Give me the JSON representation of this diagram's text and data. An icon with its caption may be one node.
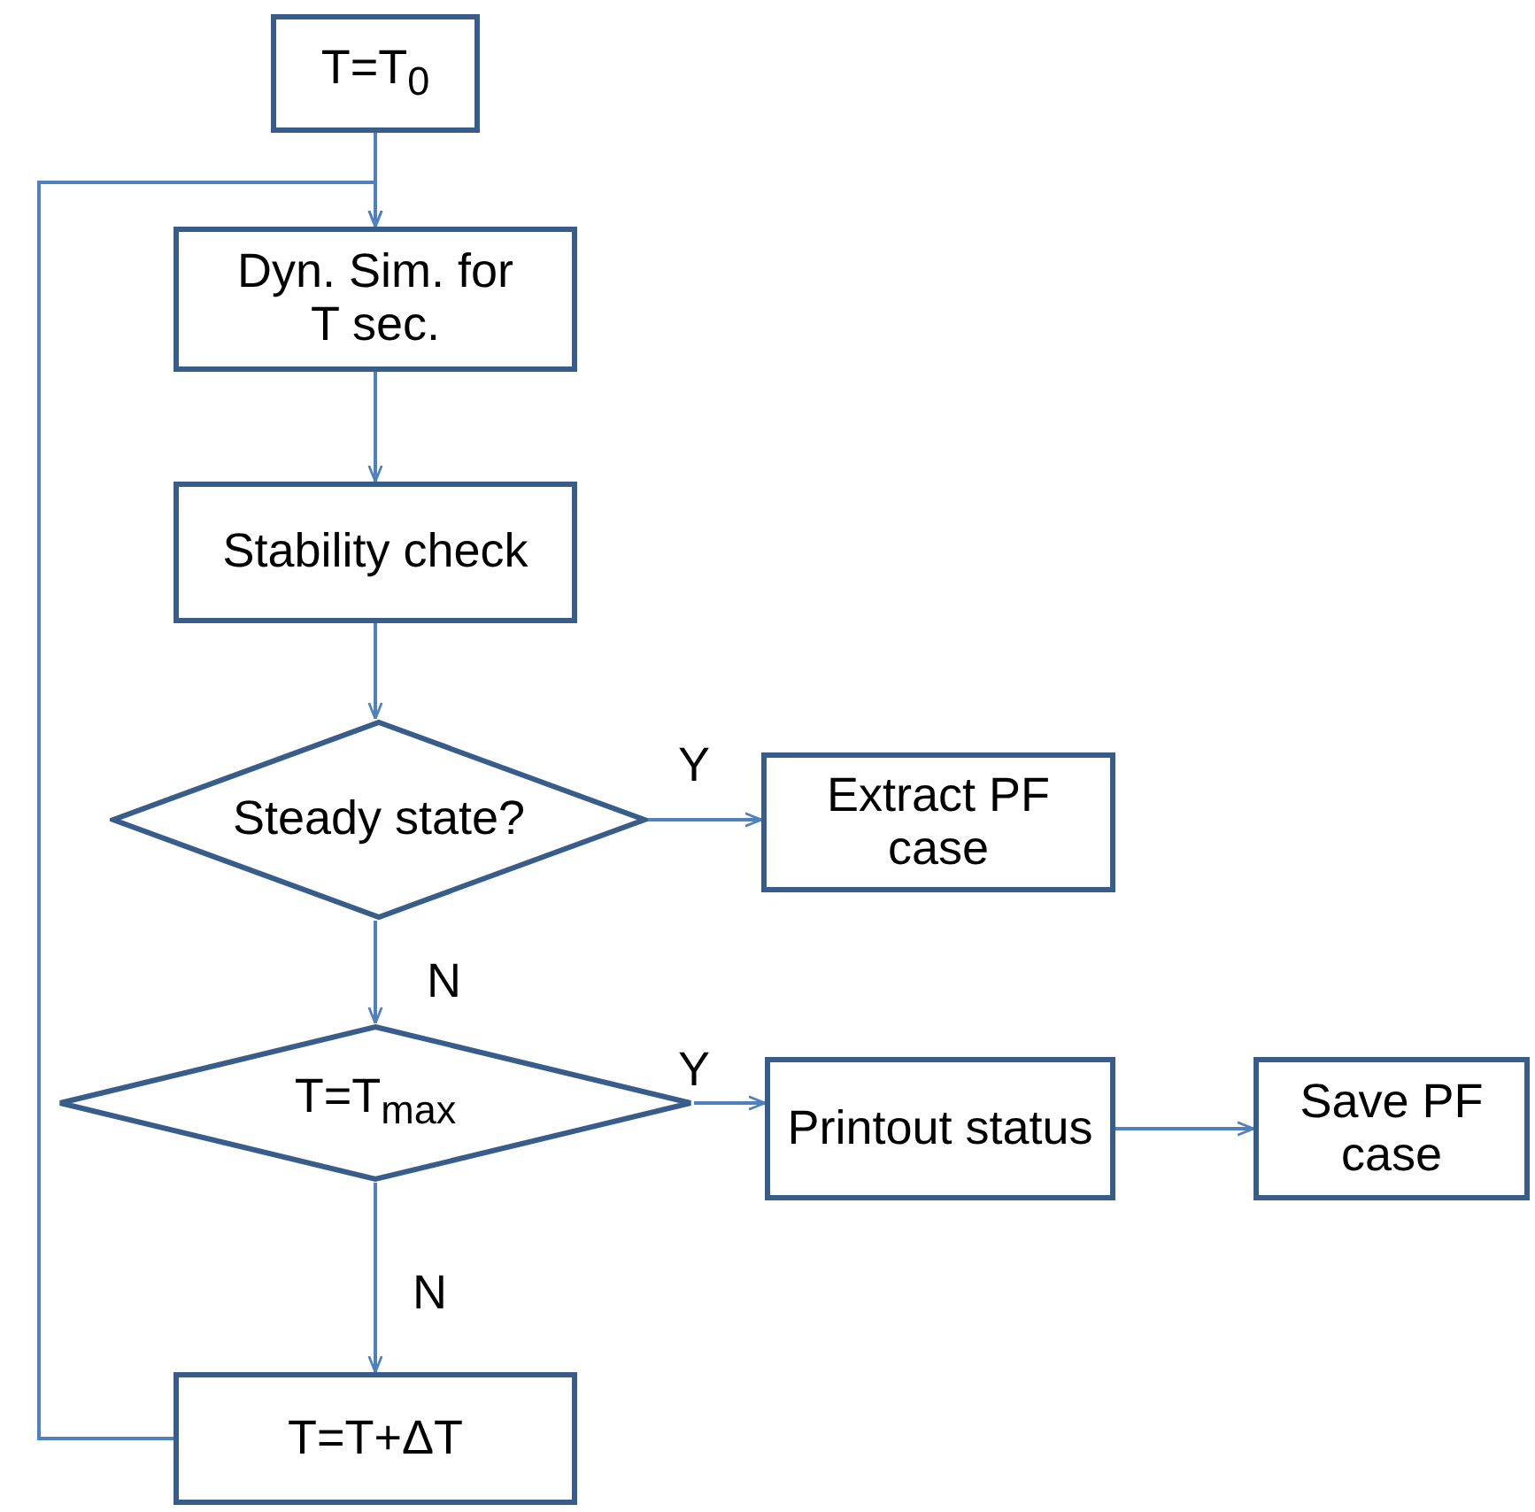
{
  "diagram": {
    "nodes": [
      {
        "text": [
          "T=T$_{0}$"
        ]
      },
      {
        "text": [
          "Dyn. Sim. for T sec."
        ]
      },
      {
        "text": [
          "Stability check"
        ]
      },
      {
        "text": [
          "Steady state?"
        ]
      },
      {
        "text": [
          "Extract PF case"
        ]
      },
      {
        "text": [
          "T=T$_{max}$"
        ]
      },
      {
        "text": [
          "Printout status"
        ]
      },
      {
        "text": [
          "Save PF case"
        ]
      },
      {
        "text": [
          "T=T+ΔT"
        ]
      }
    ],
    "edges": [
      {
        "from": 0,
        "to": 1,
        "arrow": "to"
      },
      {
        "from": 1,
        "to": 2,
        "arrow": "to"
      },
      {
        "from": 2,
        "to": 3,
        "arrow": "to"
      },
      {
        "from": 3,
        "to": 4,
        "arrow": "to",
        "label": "Y"
      },
      {
        "from": 3,
        "to": 5,
        "arrow": "to",
        "label": "N"
      },
      {
        "from": 5,
        "to": 6,
        "arrow": "to",
        "label": "Y"
      },
      {
        "from": 6,
        "to": 7,
        "arrow": "to"
      },
      {
        "from": 5,
        "to": 8,
        "arrow": "to",
        "label": "N"
      },
      {
        "from": 8,
        "to": 1,
        "arrow": "to"
      }
    ]
  }
}
